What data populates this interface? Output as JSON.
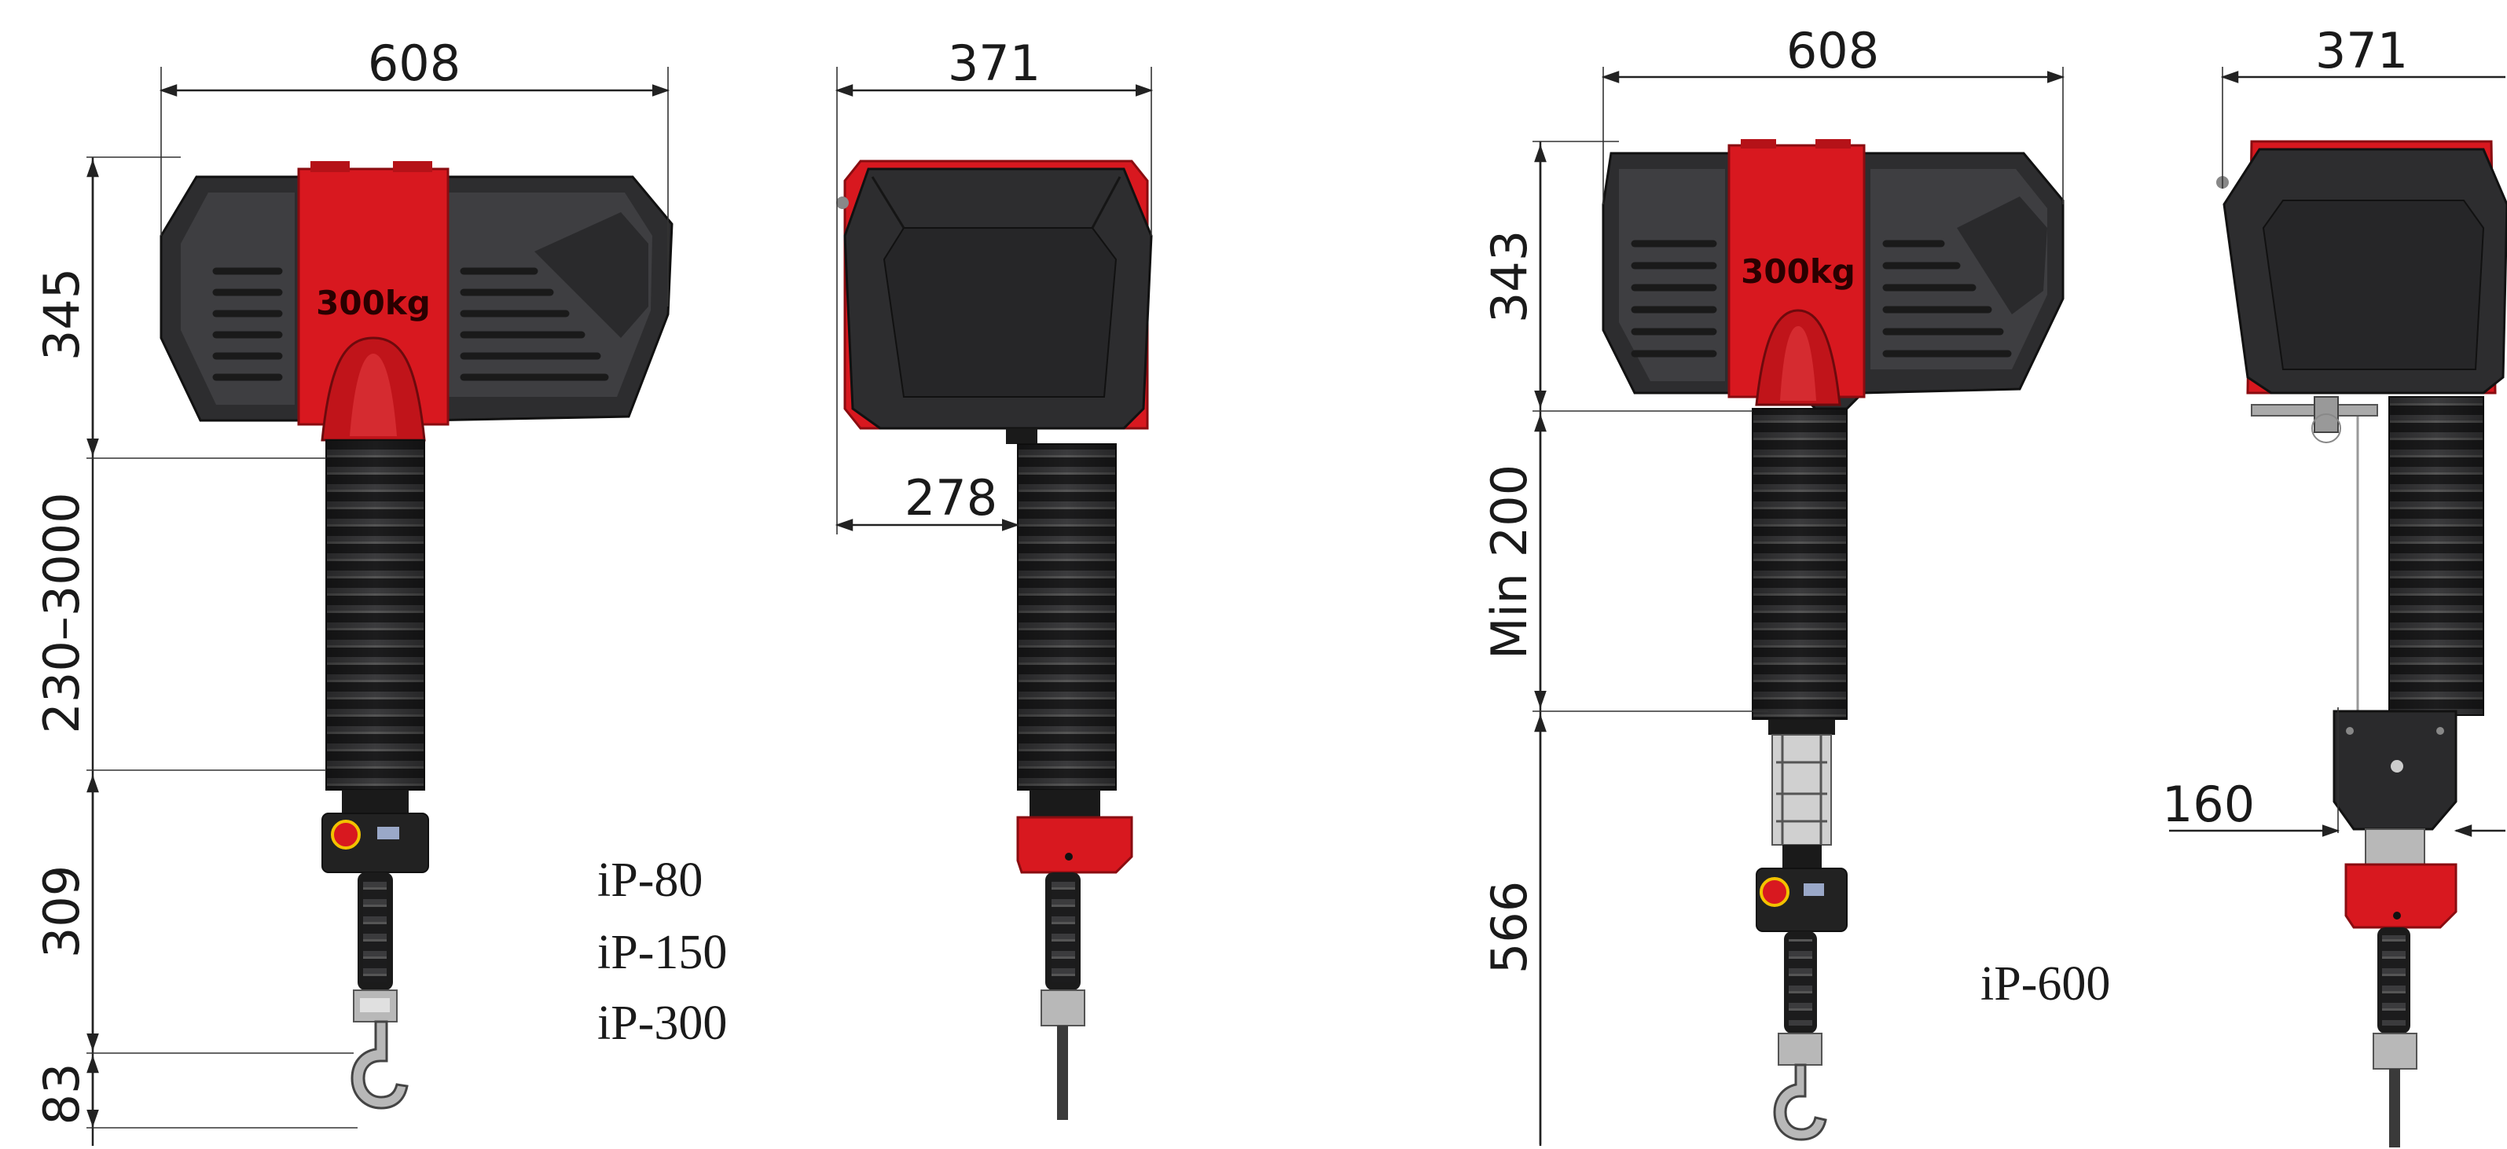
{
  "colors": {
    "housing_dark": "#2d2d2f",
    "housing_mid": "#404043",
    "accent_red": "#d8181f",
    "accent_red_dark": "#9e0f14",
    "metal": "#b8b8b8",
    "line": "#222222"
  },
  "variant_a": {
    "front_width": "608",
    "side_width": "371",
    "height_body": "345",
    "stroke_range": "230–3000",
    "handle_height": "309",
    "hook_height": "83",
    "offset": "278",
    "badge": "300kg",
    "models": [
      "iP-80",
      "iP-150",
      "iP-300"
    ]
  },
  "variant_b": {
    "front_width": "608",
    "side_width": "371",
    "height_body": "343",
    "min_label": "Min 200",
    "handle_height": "566",
    "offset": "160",
    "badge": "300kg",
    "models": [
      "iP-600"
    ]
  },
  "icons": [
    "hoist-housing-icon",
    "bellows-icon",
    "hook-icon",
    "emergency-stop-icon"
  ]
}
